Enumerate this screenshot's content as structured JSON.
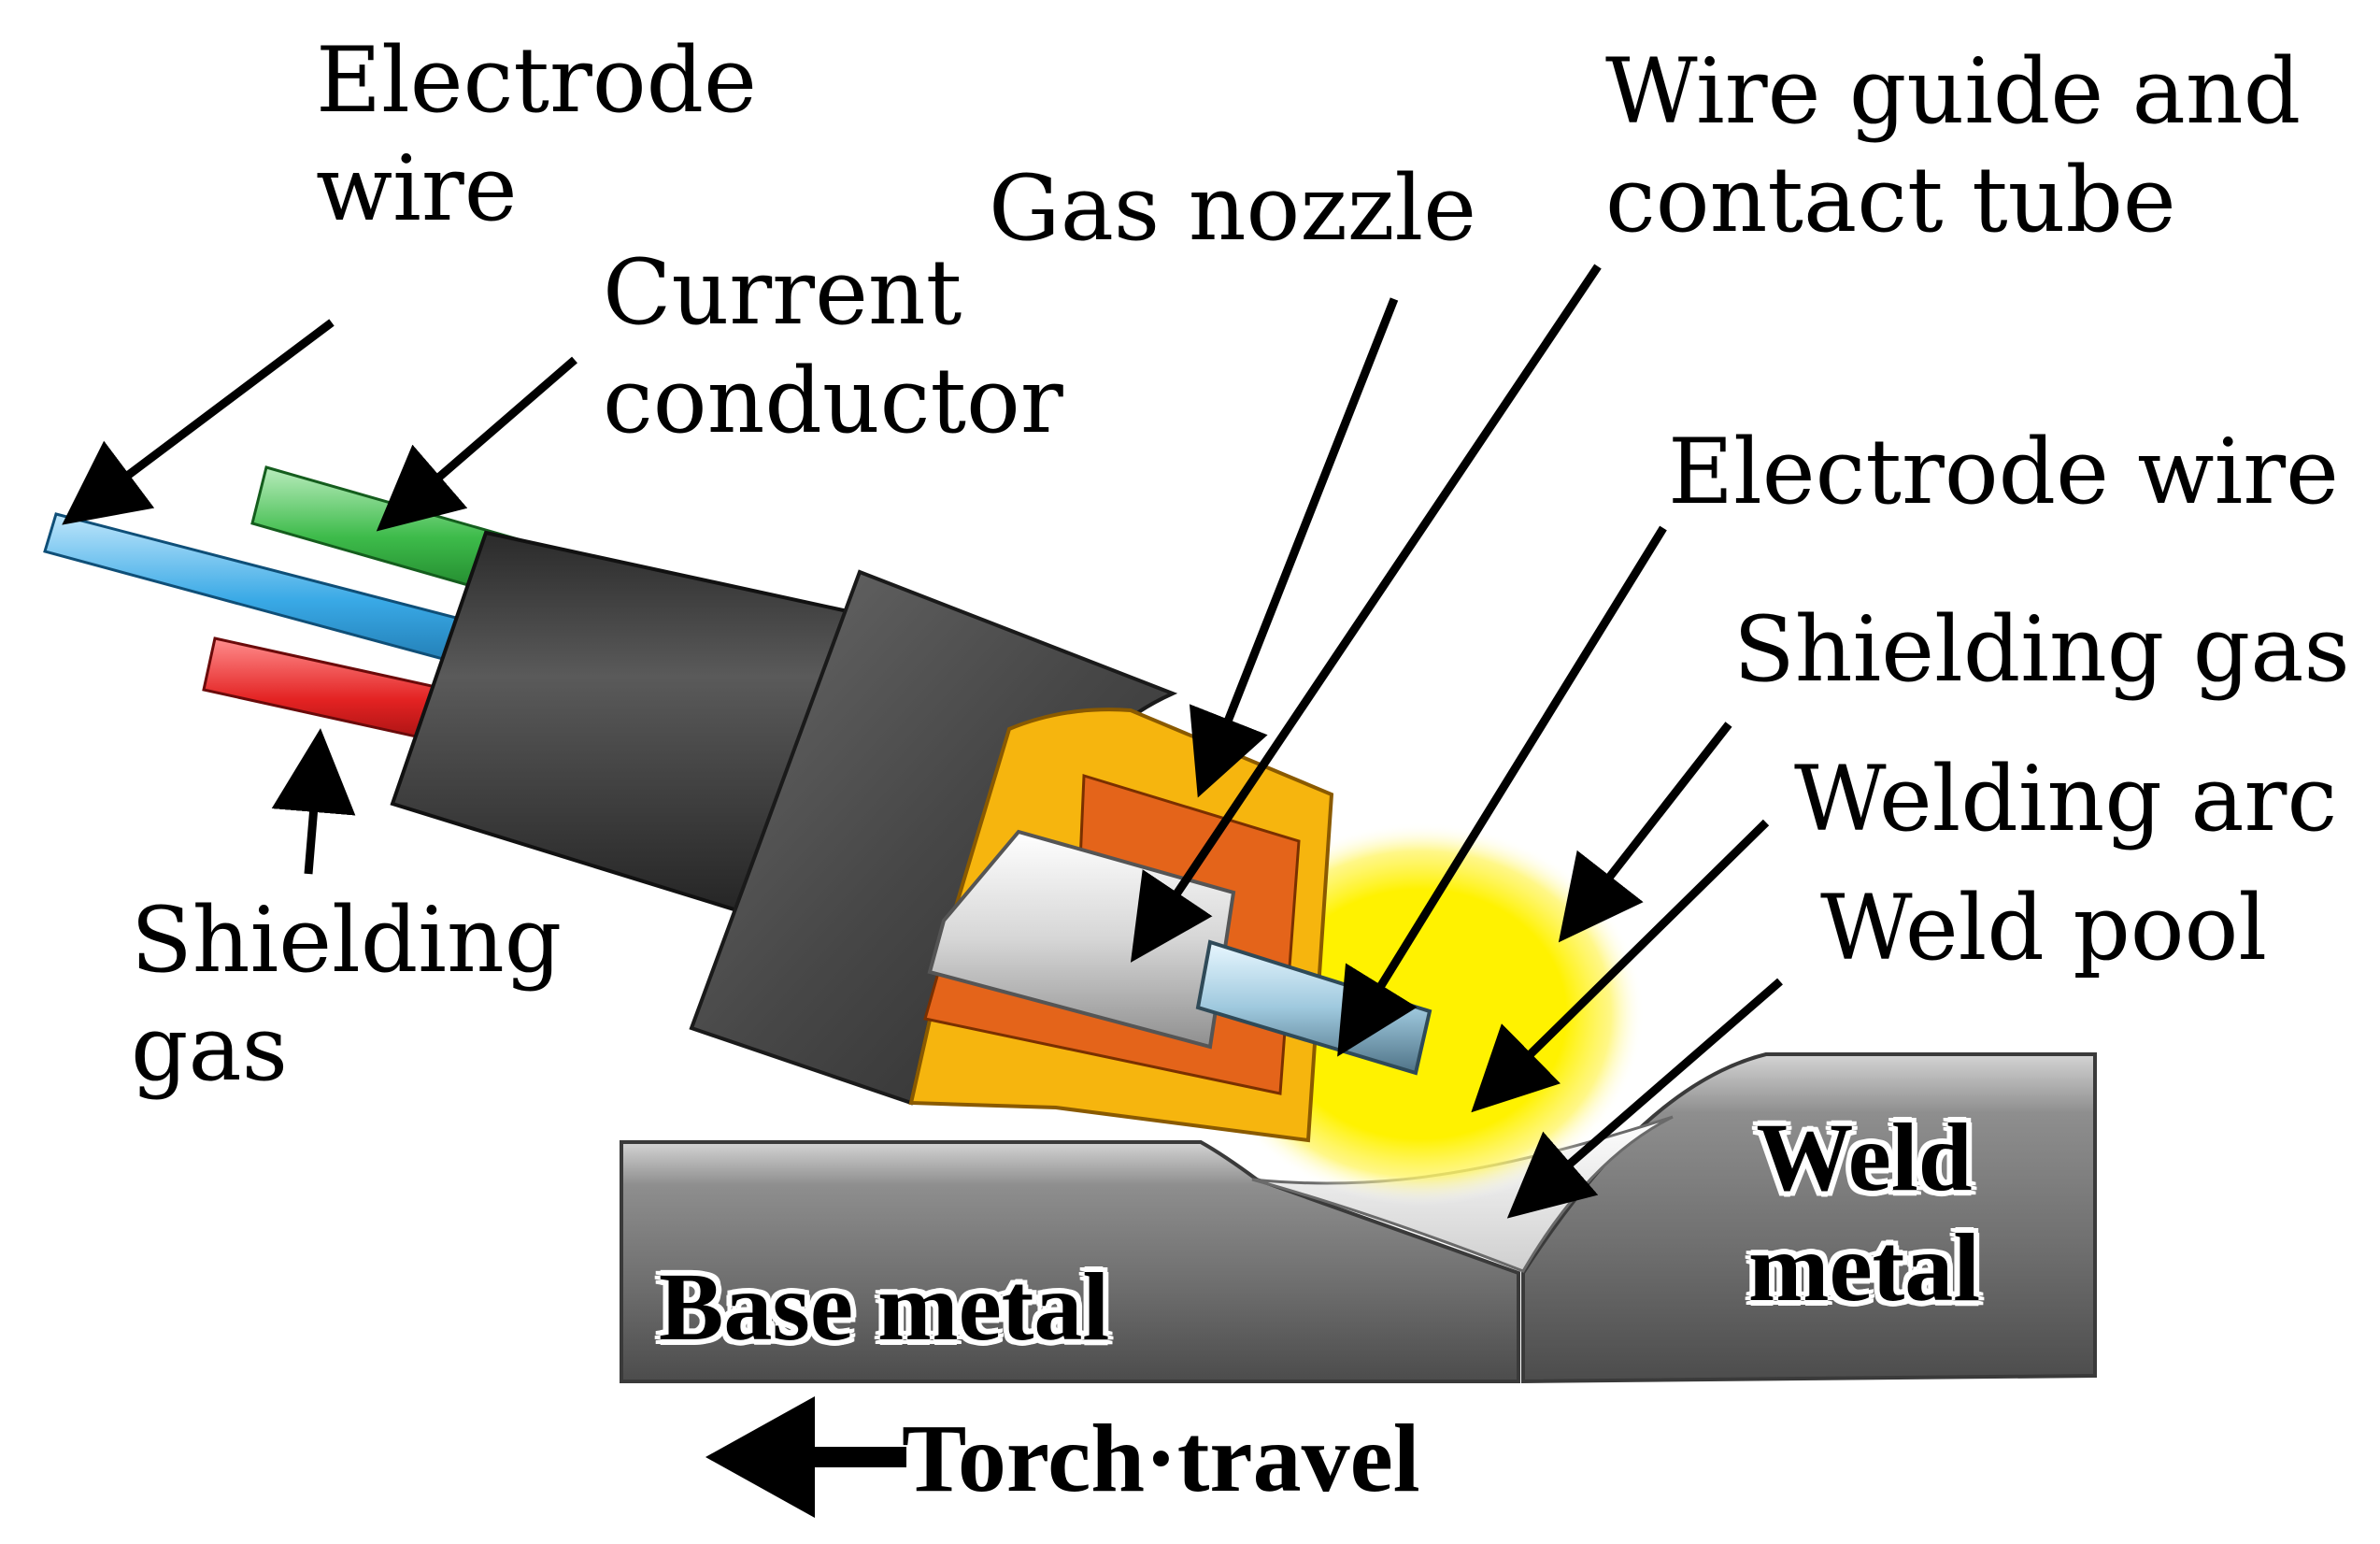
{
  "labels": {
    "electrode_wire_left_l1": "Electrode",
    "electrode_wire_left_l2": "wire",
    "current_conductor_l1": "Current",
    "current_conductor_l2": "conductor",
    "shielding_gas_left_l1": "Shielding",
    "shielding_gas_left_l2": "gas",
    "gas_nozzle": "Gas nozzle",
    "wire_guide_l1": "Wire guide and",
    "wire_guide_l2": "contact tube",
    "electrode_wire_right": "Electrode wire",
    "shielding_gas_right": "Shielding gas",
    "welding_arc": "Welding arc",
    "weld_pool": "Weld pool",
    "base_metal": "Base metal",
    "weld_metal_l1": "Weld",
    "weld_metal_l2": "metal",
    "torch_travel": "Torch·travel"
  },
  "colors": {
    "electrode_wire": "#39a9e6",
    "current_conductor": "#3dbb4a",
    "shielding_gas_tube": "#e32222",
    "cable_sheath": "#3b3b3b",
    "torch_body": "#4a4a4a",
    "gas_nozzle_outer": "#f6b50e",
    "gas_nozzle_inner": "#e4641a",
    "contact_tube": "#dadada",
    "arc_glow": "#fff200",
    "metal": "#7c7c7c"
  }
}
